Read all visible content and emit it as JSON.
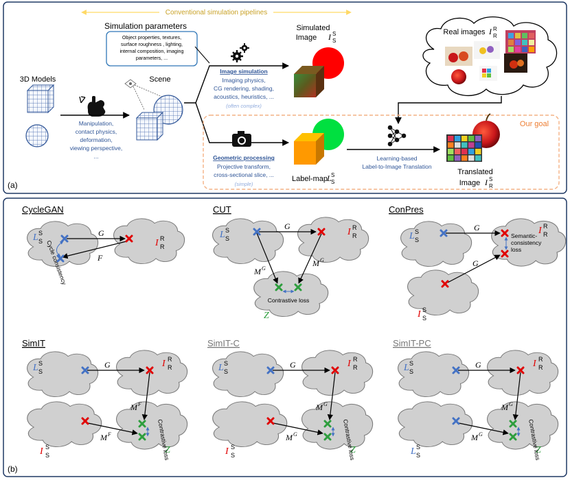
{
  "panel_a": {
    "label": "(a)",
    "pipeline_title": "Conventional simulation pipelines",
    "sim_params_title": "Simulation parameters",
    "sim_params_lines": [
      "Object properties, textures,",
      "surface roughness , lighting,",
      "internal composition, imaging",
      "parameters, ..."
    ],
    "models_label": "3D Models",
    "scene_label": "Scene",
    "manip_lines": [
      "Manipulation,",
      "contact physics,",
      "deformation,",
      "viewing perspective,",
      "..."
    ],
    "image_sim_title": "Image simulation",
    "image_sim_lines": [
      "Imaging physics,",
      "CG rendering, shading,",
      "acoustics, heuristics, ..."
    ],
    "image_sim_note": "(often complex)",
    "geo_title": "Geometric processing",
    "geo_lines": [
      "Projective transform,",
      "cross-sectional slice, ..."
    ],
    "geo_note": "(simple)",
    "sim_image_label_1": "Simulated",
    "sim_image_label_2": "Image",
    "label_map_label": "Label-map",
    "real_images_label": "Real images",
    "learning_line_1": "Learning-based",
    "learning_line_2": "Label-to-Image Translation",
    "translated_line_1": "Translated",
    "translated_line_2": "Image",
    "our_goal": "Our goal"
  },
  "panel_b": {
    "label": "(b)",
    "sym_L": "L",
    "sym_I": "I",
    "sym_Z": "Z",
    "sub_S": "S",
    "sup_S": "S",
    "sub_R": "R",
    "sup_R": "R",
    "op_G": "G",
    "op_F": "F",
    "op_M": "M",
    "methods": [
      {
        "name": "CycleGAN",
        "side_label": "Cycle consistency"
      },
      {
        "name": "CUT",
        "side_label": "Contrastive loss"
      },
      {
        "name": "ConPres",
        "side_label": "Semantic-consistency loss"
      },
      {
        "name": "SimIT",
        "side_label": "Contrastive loss"
      },
      {
        "name": "SimIT-C",
        "side_label": "Contrastive loss"
      },
      {
        "name": "SimIT-PC",
        "side_label": "Contrastive loss"
      }
    ]
  },
  "colors": {
    "blue_text": "#2f5597",
    "light_blue_text": "#8faadc",
    "frame": "#1f3864",
    "pipeline_yellow": "#ffd966",
    "goal_orange": "#f4b183",
    "cloud_fill": "#d0d0d0",
    "mark_blue": "#4472c4",
    "mark_red": "#e00000",
    "mark_green": "#2e9e3e"
  }
}
